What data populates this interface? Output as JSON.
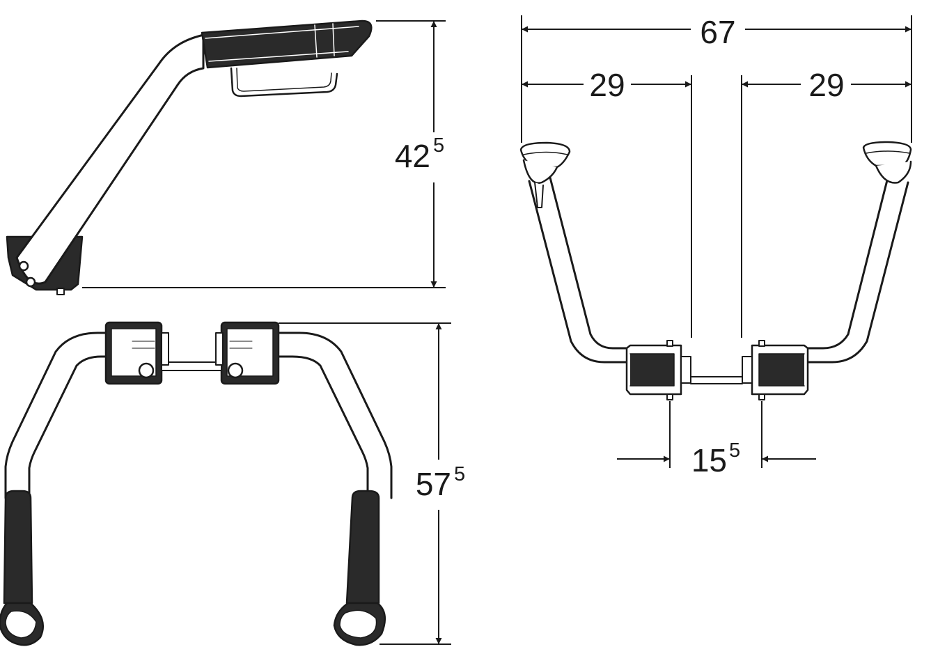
{
  "dimensions": {
    "side_height": {
      "base": "42",
      "sup": "5"
    },
    "total_width": {
      "base": "67"
    },
    "half_width_left": {
      "base": "29"
    },
    "half_width_right": {
      "base": "29"
    },
    "top_depth": {
      "base": "57",
      "sup": "5"
    },
    "mount_spacing": {
      "base": "15",
      "sup": "5"
    }
  },
  "colors": {
    "line": "#1a1a1a",
    "fill": "#ffffff",
    "pad": "#2a2a2a"
  }
}
